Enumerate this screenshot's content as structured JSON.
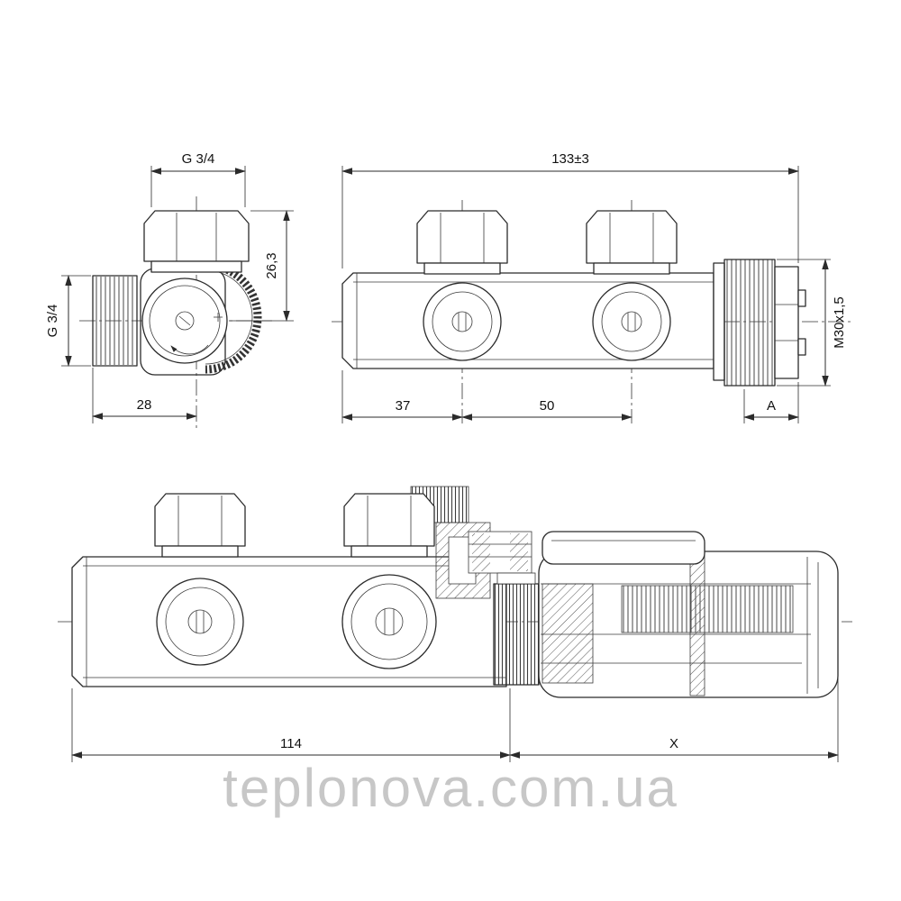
{
  "drawing": {
    "side_view": {
      "dim_top": "G 3/4",
      "dim_left": "G 3/4",
      "dim_right": "26,3",
      "dim_bottom": "28"
    },
    "front_view": {
      "dim_total": "133±3",
      "dim_thread": "M30x1,5",
      "dim_span_left": "37",
      "dim_span_mid": "50",
      "dim_span_right": "A"
    },
    "section_view": {
      "dim_body": "114",
      "dim_head": "X"
    },
    "line_color": "#2b2b2b"
  },
  "watermark": {
    "text": "teplonova.com.ua"
  }
}
